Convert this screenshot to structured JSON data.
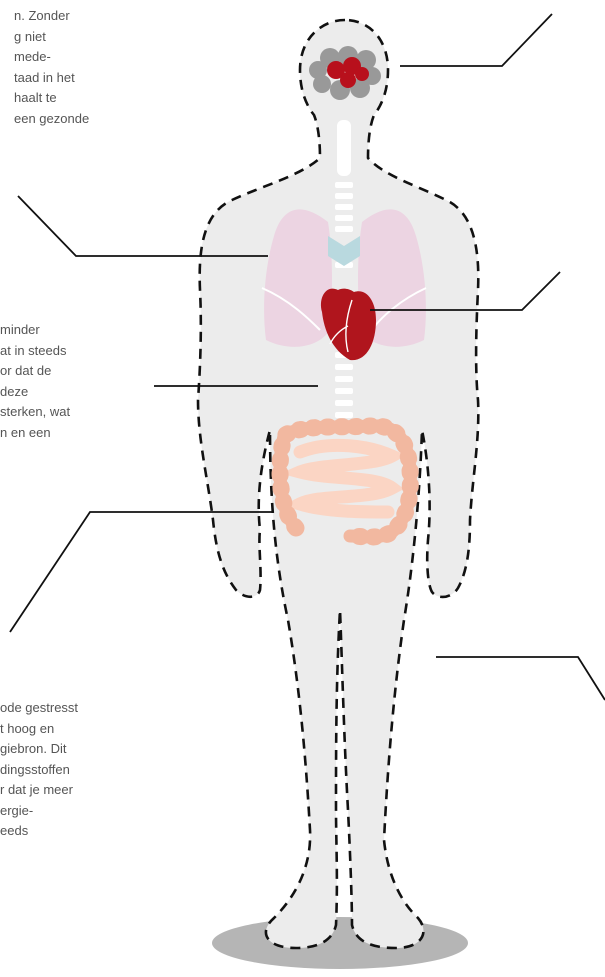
{
  "colors": {
    "text": "#555555",
    "body_fill": "#ececec",
    "outline": "#111111",
    "lungs": "#ecd4e2",
    "heart": "#b0151d",
    "brain_red": "#b8101c",
    "brain_grey": "#999999",
    "intestines_outer": "#f2b8a0",
    "intestines_inner": "#fbd5c4",
    "spine": "#ffffff",
    "trachea_accent": "#b9d9df",
    "shadow": "#b5b5b5",
    "leader_line": "#111111"
  },
  "text_blocks": {
    "brain": [
      "n. Zonder",
      "g niet",
      "mede-",
      "taad in het",
      "haalt te",
      "een gezonde"
    ],
    "heart": [
      "minder",
      "at in steeds",
      "or dat de",
      "deze",
      "sterken, wat",
      "n en een"
    ],
    "stress": [
      "ode gestresst",
      "t hoog en",
      "giebron. Dit",
      "dingsstoffen",
      "r dat je meer",
      "ergie-",
      "eeds"
    ]
  },
  "icons": {
    "body": "human-body-outline",
    "brain": "brain-icon",
    "lungs": "lungs-icon",
    "heart": "heart-icon",
    "intestines": "intestines-icon",
    "spine": "spine-icon"
  }
}
